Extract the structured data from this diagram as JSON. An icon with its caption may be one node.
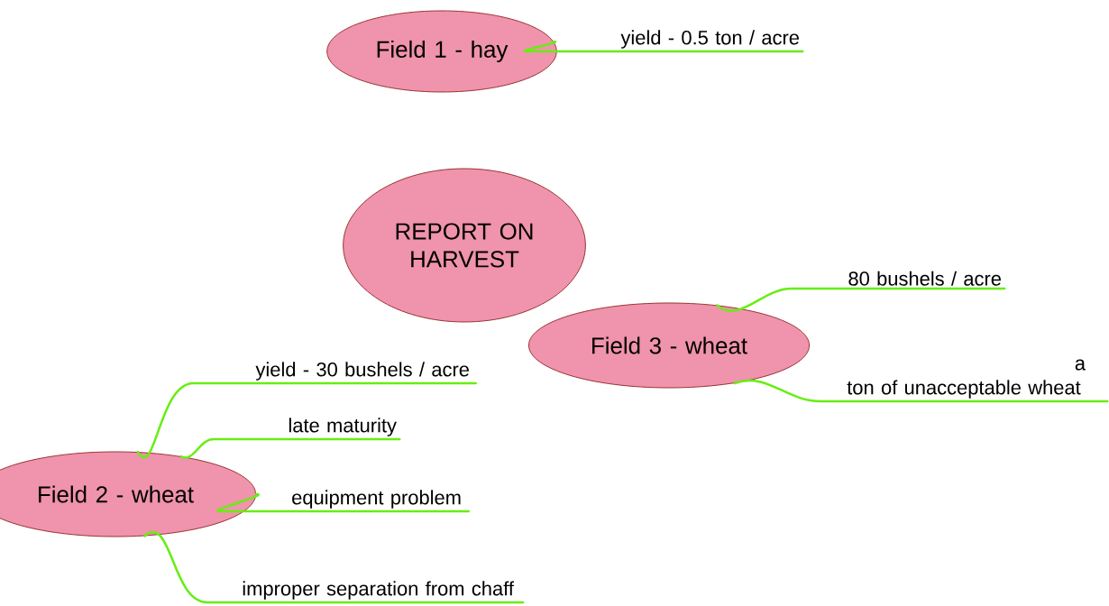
{
  "diagram": {
    "nodes": [
      {
        "text": [
          "Field 1 - hay"
        ]
      },
      {
        "text": [
          "REPORT ON HARVEST"
        ]
      },
      {
        "text": [
          "Field 3 - wheat"
        ]
      },
      {
        "text": [
          "Field 2 - wheat"
        ]
      },
      {
        "text": [
          "yield - 0.5 ton / acre"
        ]
      },
      {
        "text": [
          "80 bushels / acre"
        ]
      },
      {
        "text": [
          "a ton of unacceptable wheat"
        ]
      },
      {
        "text": [
          "yield - 30 bushels / acre"
        ]
      },
      {
        "text": [
          "late maturity"
        ]
      },
      {
        "text": [
          "equipment problem"
        ]
      },
      {
        "text": [
          "improper separation from chaff"
        ]
      }
    ],
    "edges": [
      {
        "from": 0,
        "to": 4,
        "arrow": "none"
      },
      {
        "from": 2,
        "to": 5,
        "arrow": "none"
      },
      {
        "from": 2,
        "to": 6,
        "arrow": "none"
      },
      {
        "from": 3,
        "to": 7,
        "arrow": "none"
      },
      {
        "from": 3,
        "to": 8,
        "arrow": "none"
      },
      {
        "from": 3,
        "to": 9,
        "arrow": "none"
      },
      {
        "from": 3,
        "to": 10,
        "arrow": "none"
      }
    ]
  }
}
